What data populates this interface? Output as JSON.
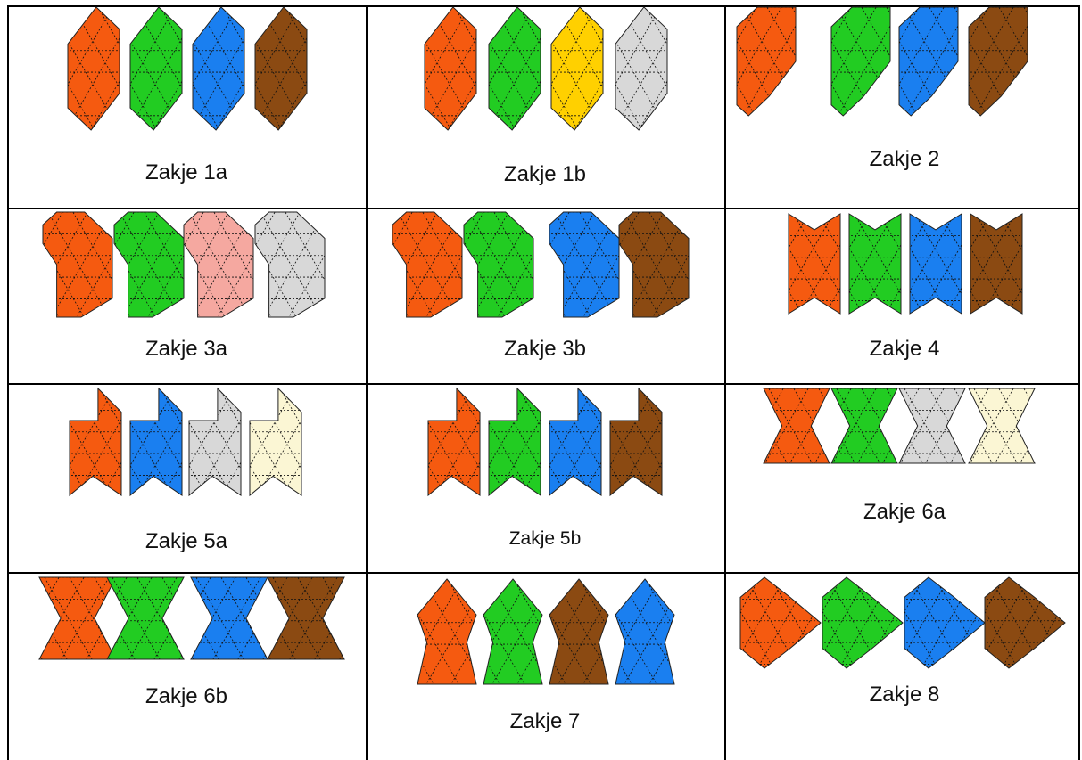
{
  "palette": {
    "orange": "#f55a10",
    "green": "#22cc22",
    "blue": "#1a7ff0",
    "brown": "#8b4a12",
    "yellow": "#ffd000",
    "gray": "#d8d8d8",
    "pink": "#f5a8a0",
    "cream": "#fbf6d4",
    "border": "#000000"
  },
  "cells": [
    {
      "id": "1a",
      "label": "Zakje 1a",
      "shape": "tall",
      "colors": [
        "orange",
        "green",
        "blue",
        "brown"
      ]
    },
    {
      "id": "1b",
      "label": "Zakje 1b",
      "shape": "tall",
      "colors": [
        "orange",
        "green",
        "yellow",
        "gray"
      ]
    },
    {
      "id": "2",
      "label": "Zakje 2",
      "shape": "flag",
      "colors": [
        "orange",
        "green",
        "blue",
        "brown"
      ]
    },
    {
      "id": "3a",
      "label": "Zakje 3a",
      "shape": "arrow",
      "colors": [
        "orange",
        "green",
        "pink",
        "gray"
      ]
    },
    {
      "id": "3b",
      "label": "Zakje 3b",
      "shape": "arrow",
      "colors": [
        "orange",
        "green",
        "blue",
        "brown"
      ]
    },
    {
      "id": "4",
      "label": "Zakje 4",
      "shape": "bowtie",
      "colors": [
        "orange",
        "green",
        "blue",
        "brown"
      ]
    },
    {
      "id": "5a",
      "label": "Zakje 5a",
      "shape": "step",
      "colors": [
        "orange",
        "blue",
        "gray",
        "cream"
      ]
    },
    {
      "id": "5b",
      "label": "Zakje 5b",
      "shape": "step",
      "colors": [
        "orange",
        "green",
        "blue",
        "brown"
      ]
    },
    {
      "id": "6a",
      "label": "Zakje 6a",
      "shape": "hourglass",
      "colors": [
        "orange",
        "green",
        "gray",
        "cream"
      ]
    },
    {
      "id": "6b",
      "label": "Zakje 6b",
      "shape": "hourglass",
      "colors": [
        "orange",
        "green",
        "blue",
        "brown"
      ]
    },
    {
      "id": "7",
      "label": "Zakje 7",
      "shape": "diamond",
      "colors": [
        "orange",
        "green",
        "brown",
        "blue"
      ]
    },
    {
      "id": "8",
      "label": "Zakje 8",
      "shape": "star",
      "colors": [
        "orange",
        "green",
        "blue",
        "brown"
      ]
    }
  ]
}
